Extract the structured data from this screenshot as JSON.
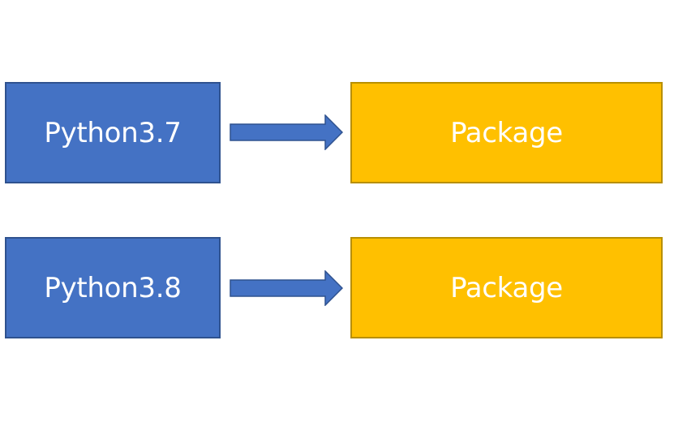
{
  "diagram": {
    "rows": [
      {
        "source_label": "Python3.7",
        "target_label": "Package"
      },
      {
        "source_label": "Python3.8",
        "target_label": "Package"
      }
    ]
  },
  "colors": {
    "python_fill": "#4472c4",
    "python_border": "#2f528f",
    "package_fill": "#ffc000",
    "package_border": "#b88f00",
    "arrow_fill": "#4472c4",
    "arrow_border": "#2f528f"
  }
}
